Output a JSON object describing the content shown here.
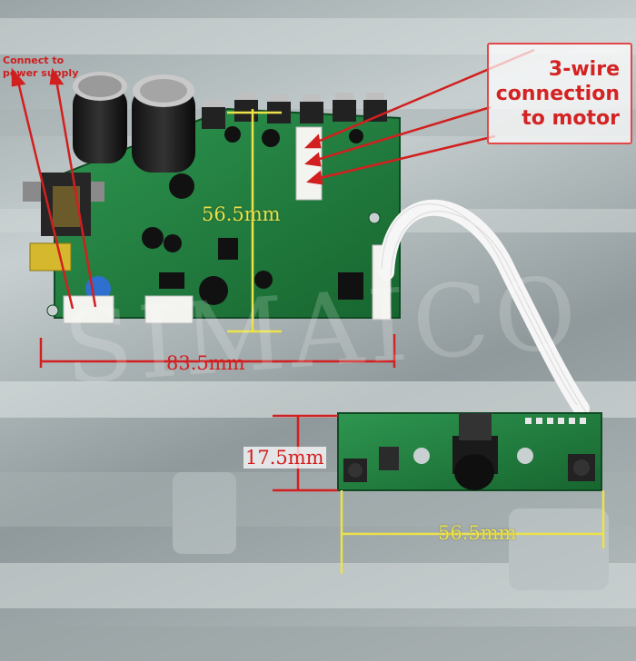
{
  "annotations": {
    "power_supply_label_line1": "Connect to",
    "power_supply_label_line2": "power supply",
    "motor_label_line1": "3-wire",
    "motor_label_line2": "connection",
    "motor_label_line3": "to motor",
    "main_board_height": "56.5mm",
    "main_board_width": "83.5mm",
    "panel_height": "17.5mm",
    "panel_width": "56.5mm"
  },
  "watermark": "SIMAICO",
  "colors": {
    "annotation_red": "#d21f1f",
    "dimension_yellow": "#ece24a",
    "pcb_green": "#1f7a3c"
  }
}
